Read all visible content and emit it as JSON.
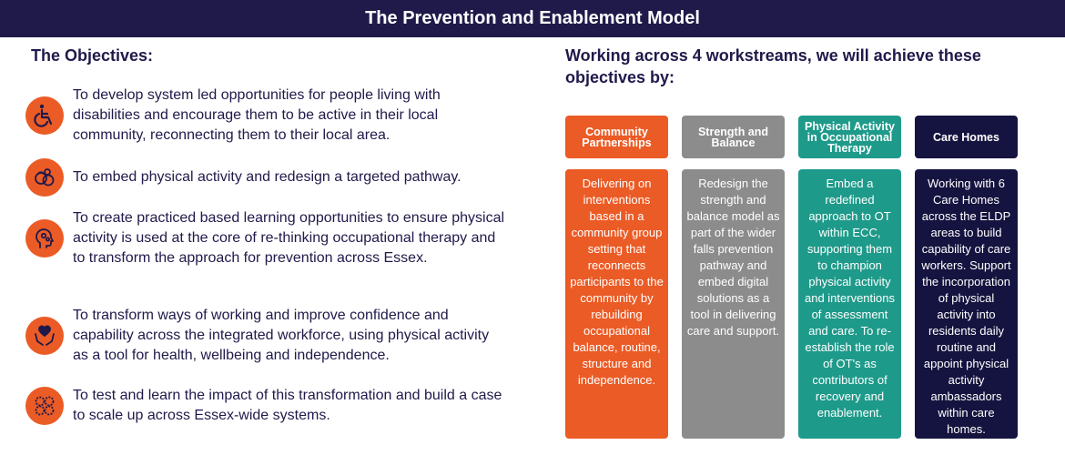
{
  "title": "The Prevention and Enablement Model",
  "objectives_heading": "The Objectives:",
  "objectives": [
    {
      "icon": "wheelchair-icon",
      "text": "To develop system led opportunities for people living with disabilities and encourage them to be active in their local community, reconnecting them to their local area."
    },
    {
      "icon": "kettlebell-icon",
      "text": "To embed physical activity and redesign a targeted pathway."
    },
    {
      "icon": "head-gears-icon",
      "text": "To create practiced based learning opportunities to ensure physical activity is used at the core of re-thinking occupational therapy and to transform the approach for prevention across Essex."
    },
    {
      "icon": "hands-heart-icon",
      "text": "To transform ways of working and improve confidence and capability across the integrated workforce, using physical activity as a tool for health, wellbeing and independence."
    },
    {
      "icon": "gears-icon",
      "text": "To test and learn the impact of this transformation and build a case to scale up across Essex-wide systems."
    }
  ],
  "workstreams_heading": "Working across 4 workstreams, we will achieve these objectives by:",
  "workstreams": [
    {
      "title": "Community Partnerships",
      "color": "#eb5b25",
      "body": "Delivering on interventions based in a community group setting that reconnects participants to the community by rebuilding occupational balance, routine, structure and independence."
    },
    {
      "title": "Strength and Balance",
      "color": "#8c8c8c",
      "body": "Redesign the strength and balance model as part of the wider falls prevention pathway and embed digital solutions as a tool in delivering care and support."
    },
    {
      "title": "Physical Activity in Occupational Therapy",
      "color": "#1e9a8a",
      "body": "Embed a redefined approach to OT within ECC, supporting them to champion physical activity and interventions of assessment and care. To re-establish the role of OT's as contributors of recovery and enablement."
    },
    {
      "title": "Care Homes",
      "color": "#15133f",
      "body": "Working with 6 Care Homes across the ELDP areas to build capability of care workers. Support the incorporation of physical activity into residents daily routine and appoint physical activity ambassadors within care homes."
    }
  ]
}
